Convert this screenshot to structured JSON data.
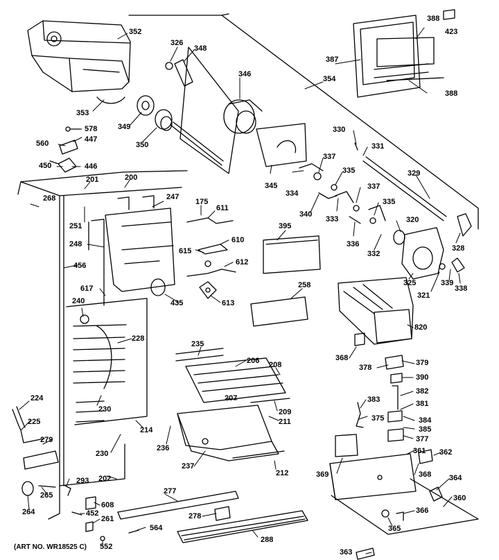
{
  "art_number": "(ART NO. WR18525 C)",
  "part_labels": {
    "p352": "352",
    "p326": "326",
    "p348": "348",
    "p346": "346",
    "p353": "353",
    "p349": "349",
    "p350": "350",
    "p388a": "388",
    "p423": "423",
    "p387": "387",
    "p354": "354",
    "p388b": "388",
    "p578": "578",
    "p560": "560",
    "p447": "447",
    "p450": "450",
    "p446": "446",
    "p200": "200",
    "p201": "201",
    "p268": "268",
    "p251": "251",
    "p247": "247",
    "p175": "175",
    "p611": "611",
    "p345": "345",
    "p334": "334",
    "p330": "330",
    "p331": "331",
    "p337a": "337",
    "p335a": "335",
    "p329": "329",
    "p340": "340",
    "p333": "333",
    "p337b": "337",
    "p335b": "335",
    "p320": "320",
    "p395": "395",
    "p336": "336",
    "p332": "332",
    "p328": "328",
    "p248": "248",
    "p615": "615",
    "p610": "610",
    "p612": "612",
    "p456": "456",
    "p325": "325",
    "p339": "339",
    "p338": "338",
    "p321": "321",
    "p617": "617",
    "p435": "435",
    "p613": "613",
    "p258": "258",
    "p240": "240",
    "p228": "228",
    "p820": "820",
    "p235": "235",
    "p206": "206",
    "p208": "208",
    "p368a": "368",
    "p378": "378",
    "p379": "379",
    "p390": "390",
    "p382": "382",
    "p224": "224",
    "p230a": "230",
    "p207": "207",
    "p209": "209",
    "p383": "383",
    "p381": "381",
    "p375": "375",
    "p384": "384",
    "p385": "385",
    "p225": "225",
    "p214": "214",
    "p211": "211",
    "p377": "377",
    "p279": "279",
    "p236": "236",
    "p230b": "230",
    "p361": "361",
    "p362": "362",
    "p237": "237",
    "p212": "212",
    "p369": "369",
    "p202": "202",
    "p368b": "368",
    "p364": "364",
    "p293": "293",
    "p265": "265",
    "p277": "277",
    "p360": "360",
    "p264": "264",
    "p608": "608",
    "p452": "452",
    "p261": "261",
    "p278": "278",
    "p366": "366",
    "p564": "564",
    "p365": "365",
    "p552": "552",
    "p288": "288",
    "p363": "363"
  }
}
